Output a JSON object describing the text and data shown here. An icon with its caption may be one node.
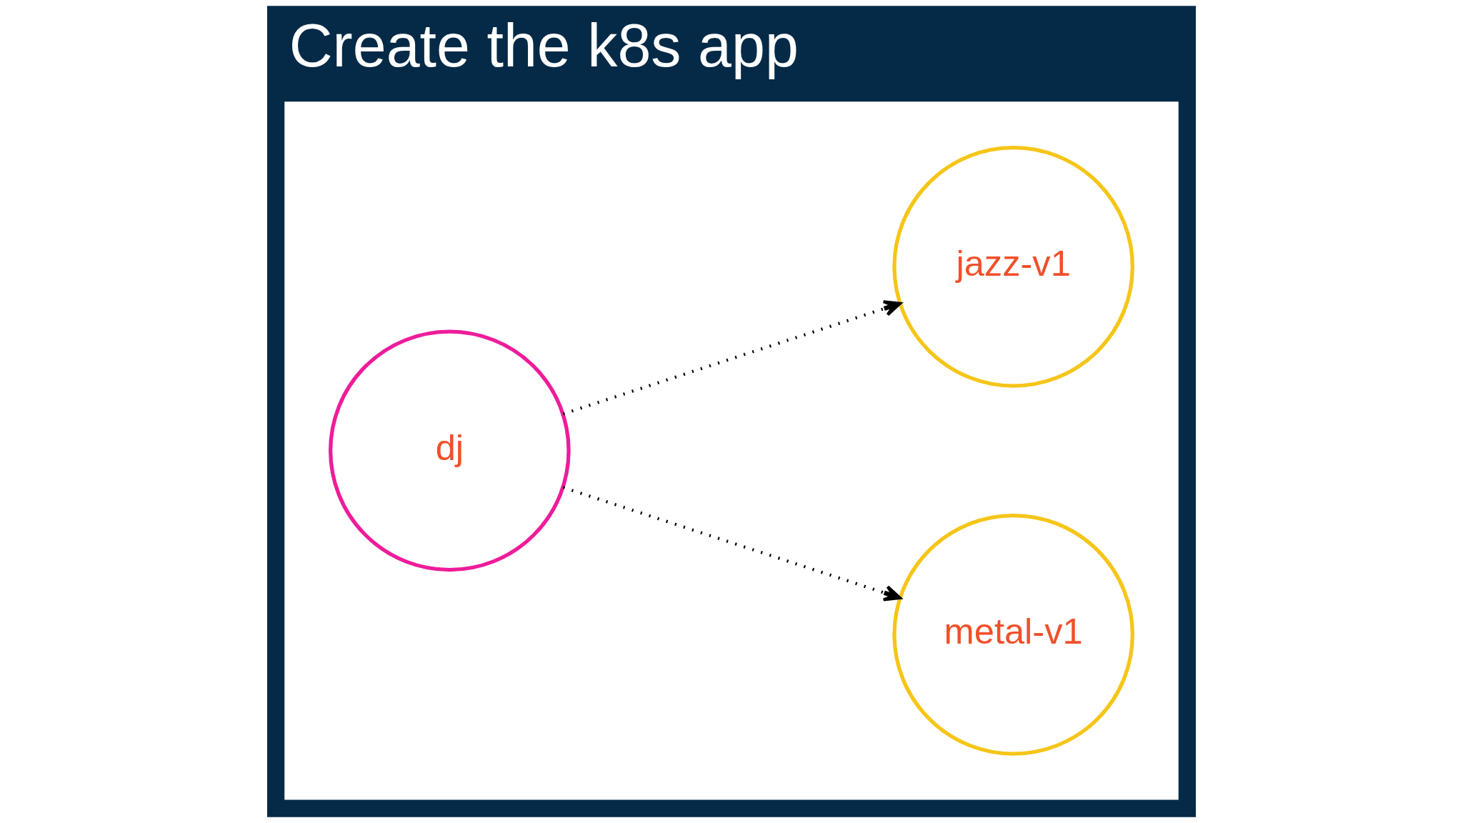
{
  "diagram": {
    "title": "Create the k8s app",
    "nodes": [
      {
        "text": [],
        "shape": "box"
      },
      {
        "text": [
          "dj"
        ],
        "in": 0
      },
      {
        "text": [
          "metal-v1"
        ],
        "in": 0
      },
      {
        "text": [
          "jazz-v1"
        ],
        "in": 0
      }
    ],
    "edges": [
      {
        "from": 1,
        "to": 2,
        "arrow": "to",
        "style": "dashed"
      },
      {
        "from": 1,
        "to": 3,
        "arrow": "to",
        "style": "dashed"
      }
    ]
  }
}
